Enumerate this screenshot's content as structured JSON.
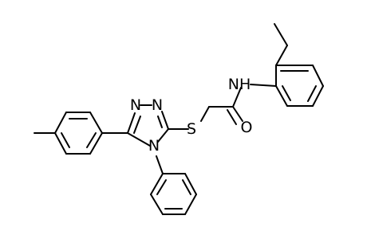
{
  "molecule": {
    "atoms": {
      "S": "S",
      "N1": "N",
      "N2": "N",
      "N4": "N",
      "O": "O",
      "NH": "NH"
    }
  }
}
